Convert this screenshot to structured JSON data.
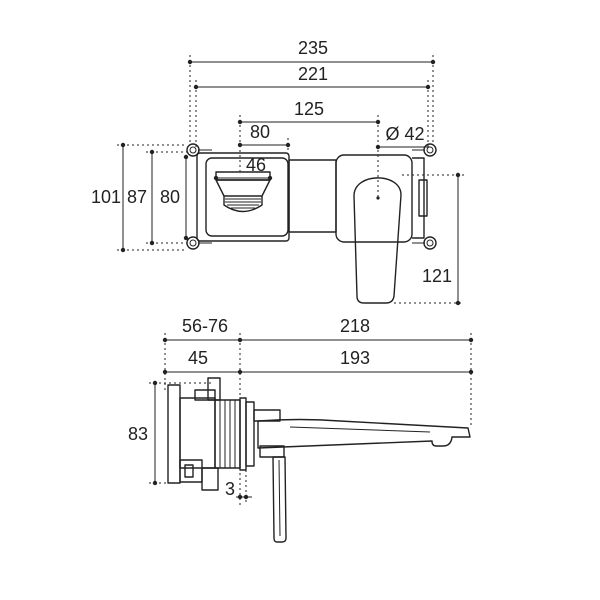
{
  "top_view": {
    "dim_235": "235",
    "dim_221": "221",
    "dim_125": "125",
    "dim_80_width": "80",
    "dim_diameter": "Ø 42",
    "dim_46": "46",
    "dim_101": "101",
    "dim_87": "87",
    "dim_80_height": "80",
    "dim_121": "121"
  },
  "side_view": {
    "dim_56_76": "56-76",
    "dim_218": "218",
    "dim_45": "45",
    "dim_193": "193",
    "dim_83": "83",
    "dim_3": "3"
  },
  "colors": {
    "line": "#222222",
    "background": "#ffffff"
  }
}
